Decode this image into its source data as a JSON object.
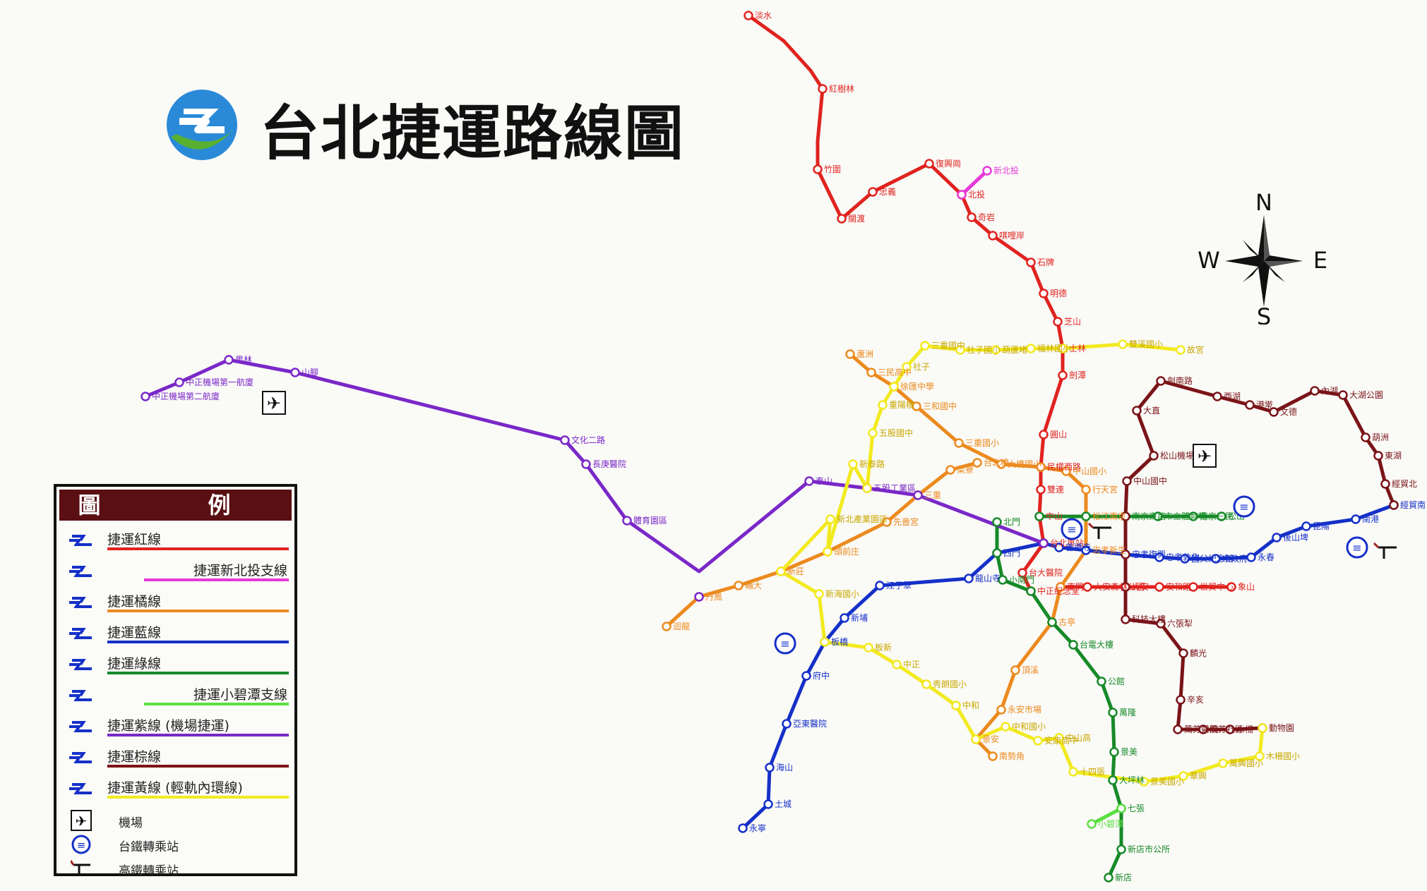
{
  "title": "台北捷運路線圖",
  "compass": {
    "n": "N",
    "e": "E",
    "s": "S",
    "w": "W"
  },
  "legend": {
    "heading": "圖　例",
    "lines": [
      {
        "label": "捷運紅線",
        "color": "#e0231f",
        "indent": false
      },
      {
        "label": "捷運新北投支線",
        "color": "#e838d8",
        "indent": true
      },
      {
        "label": "捷運橘線",
        "color": "#ec8a1e",
        "indent": false
      },
      {
        "label": "捷運藍線",
        "color": "#1530c8",
        "indent": false
      },
      {
        "label": "捷運綠線",
        "color": "#168a28",
        "indent": false
      },
      {
        "label": "捷運小碧潭支線",
        "color": "#5ae040",
        "indent": true
      },
      {
        "label": "捷運紫線 (機場捷運)",
        "color": "#7a28c8",
        "indent": false
      },
      {
        "label": "捷運棕線",
        "color": "#7a1418",
        "indent": false
      },
      {
        "label": "捷運黃線 (輕軌內環線)",
        "color": "#f2ea20",
        "indent": false
      }
    ],
    "symbols": [
      {
        "label": "機場",
        "icon": "airport-icon"
      },
      {
        "label": "台鐵轉乘站",
        "icon": "tra-icon"
      },
      {
        "label": "高鐵轉乘站",
        "icon": "hsr-icon"
      }
    ]
  },
  "colors": {
    "red": "#e0231f",
    "pink": "#e838d8",
    "orange": "#ec8a1e",
    "blue": "#1530c8",
    "green": "#168a28",
    "lightgreen": "#5ae040",
    "purple": "#7a28c8",
    "brown": "#7a1418",
    "yellow": "#f2ea20"
  },
  "lines": [
    {
      "id": "red",
      "color": "red",
      "stations": [
        {
          "name": "淡水"
        },
        {
          "name": "紅樹林"
        },
        {
          "name": "竹圍"
        },
        {
          "name": "關渡"
        },
        {
          "name": "忠義"
        },
        {
          "name": "復興崗"
        },
        {
          "name": "北投"
        },
        {
          "name": "奇岩"
        },
        {
          "name": "唭哩岸"
        },
        {
          "name": "石牌"
        },
        {
          "name": "明德"
        },
        {
          "name": "芝山"
        },
        {
          "name": "士林"
        },
        {
          "name": "劍潭"
        },
        {
          "name": "圓山"
        },
        {
          "name": "民權西路"
        },
        {
          "name": "雙連"
        },
        {
          "name": "中山"
        },
        {
          "name": "台北車站"
        },
        {
          "name": "台大醫院"
        },
        {
          "name": "中正紀念堂"
        }
      ]
    },
    {
      "id": "red-east",
      "color": "red",
      "stations": [
        {
          "name": "東門"
        },
        {
          "name": "大安森林公園"
        },
        {
          "name": "大安"
        },
        {
          "name": "安和路"
        },
        {
          "name": "世貿中心"
        },
        {
          "name": "象山"
        }
      ]
    },
    {
      "id": "pink",
      "color": "pink",
      "stations": [
        {
          "name": "北投"
        },
        {
          "name": "新北投"
        }
      ]
    },
    {
      "id": "orange",
      "color": "orange",
      "stations": [
        {
          "name": "蘆洲"
        },
        {
          "name": "三民高中"
        },
        {
          "name": "徐匯中學"
        },
        {
          "name": "三和國中"
        },
        {
          "name": "三重國小"
        },
        {
          "name": "大橋國小"
        },
        {
          "name": "民權西路"
        },
        {
          "name": "中山國小"
        },
        {
          "name": "行天宮"
        },
        {
          "name": "松江南京"
        },
        {
          "name": "忠孝新生"
        },
        {
          "name": "東門"
        },
        {
          "name": "古亭"
        },
        {
          "name": "頂溪"
        },
        {
          "name": "永安市場"
        },
        {
          "name": "景安"
        },
        {
          "name": "南勢角"
        }
      ]
    },
    {
      "id": "orange-west",
      "color": "orange",
      "stations": [
        {
          "name": "台北橋"
        },
        {
          "name": "菜寮"
        },
        {
          "name": "三重"
        },
        {
          "name": "先嗇宮"
        },
        {
          "name": "頭前庄"
        },
        {
          "name": "新莊"
        },
        {
          "name": "輔大"
        },
        {
          "name": "丹鳳"
        },
        {
          "name": "迴龍"
        }
      ]
    },
    {
      "id": "blue",
      "color": "blue",
      "stations": [
        {
          "name": "永寧"
        },
        {
          "name": "土城"
        },
        {
          "name": "海山"
        },
        {
          "name": "亞東醫院"
        },
        {
          "name": "府中"
        },
        {
          "name": "板橋"
        },
        {
          "name": "新埔"
        },
        {
          "name": "江子翠"
        },
        {
          "name": "龍山寺"
        },
        {
          "name": "西門"
        },
        {
          "name": "台北車站"
        },
        {
          "name": "善導寺"
        },
        {
          "name": "忠孝新生"
        },
        {
          "name": "忠孝復興"
        },
        {
          "name": "忠孝敦化"
        },
        {
          "name": "國父紀念館"
        },
        {
          "name": "市政府"
        },
        {
          "name": "永春"
        },
        {
          "name": "後山埤"
        },
        {
          "name": "昆陽"
        },
        {
          "name": "南港"
        },
        {
          "name": "經貿南"
        }
      ]
    },
    {
      "id": "green",
      "color": "green",
      "stations": [
        {
          "name": "北門"
        },
        {
          "name": "西門"
        },
        {
          "name": "小南門"
        },
        {
          "name": "中正紀念堂"
        },
        {
          "name": "古亭"
        },
        {
          "name": "台電大樓"
        },
        {
          "name": "公館"
        },
        {
          "name": "萬隆"
        },
        {
          "name": "景美"
        },
        {
          "name": "大坪林"
        },
        {
          "name": "七張"
        },
        {
          "name": "新店市公所"
        },
        {
          "name": "新店"
        }
      ]
    },
    {
      "id": "green-east",
      "color": "green",
      "stations": [
        {
          "name": "中山"
        },
        {
          "name": "松江南京"
        },
        {
          "name": "南京東路"
        },
        {
          "name": "市立體育場"
        },
        {
          "name": "南京三民"
        },
        {
          "name": "松山"
        }
      ]
    },
    {
      "id": "lightgreen",
      "color": "lightgreen",
      "stations": [
        {
          "name": "七張"
        },
        {
          "name": "小碧潭"
        }
      ]
    },
    {
      "id": "purple",
      "color": "purple",
      "stations": [
        {
          "name": "中正機場第二航廈"
        },
        {
          "name": "中正機場第一航廈"
        },
        {
          "name": "果林"
        },
        {
          "name": "山腳"
        },
        {
          "name": "文化二路"
        },
        {
          "name": "長庚醫院"
        },
        {
          "name": "體育園區"
        },
        {
          "name": "丹鳳"
        },
        {
          "name": "泰山"
        },
        {
          "name": "五股工業區"
        },
        {
          "name": "三重"
        },
        {
          "name": "台北車站"
        }
      ]
    },
    {
      "id": "brown",
      "color": "brown",
      "stations": [
        {
          "name": "動物園"
        },
        {
          "name": "木柵"
        },
        {
          "name": "萬芳社區"
        },
        {
          "name": "萬芳醫院"
        },
        {
          "name": "辛亥"
        },
        {
          "name": "麟光"
        },
        {
          "name": "六張犁"
        },
        {
          "name": "科技大樓"
        },
        {
          "name": "大安"
        },
        {
          "name": "忠孝復興"
        },
        {
          "name": "南京東路"
        },
        {
          "name": "中山國中"
        },
        {
          "name": "松山機場"
        },
        {
          "name": "大直"
        },
        {
          "name": "劍南路"
        },
        {
          "name": "西湖"
        },
        {
          "name": "港墘"
        },
        {
          "name": "文德"
        },
        {
          "name": "內湖"
        },
        {
          "name": "大湖公園"
        },
        {
          "name": "葫洲"
        },
        {
          "name": "東湖"
        },
        {
          "name": "經貿北"
        },
        {
          "name": "經貿南"
        }
      ]
    },
    {
      "id": "yellow",
      "color": "yellow",
      "stations": [
        {
          "name": "動物園"
        },
        {
          "name": "木柵國小"
        },
        {
          "name": "萬興國小"
        },
        {
          "name": "華興"
        },
        {
          "name": "景美國小"
        },
        {
          "name": "十四張"
        },
        {
          "name": "中山高"
        },
        {
          "name": "安康高中"
        },
        {
          "name": "中和國小"
        },
        {
          "name": "景安"
        },
        {
          "name": "中和"
        },
        {
          "name": "秀朗國小"
        },
        {
          "name": "中正"
        },
        {
          "name": "板新"
        },
        {
          "name": "板橋"
        },
        {
          "name": "新海國小"
        },
        {
          "name": "新莊"
        },
        {
          "name": "新北產業園區"
        },
        {
          "name": "頭前庄"
        },
        {
          "name": "新泰路"
        },
        {
          "name": "五股工業區"
        },
        {
          "name": "五股國中"
        },
        {
          "name": "重陽橋"
        },
        {
          "name": "徐匯中學"
        },
        {
          "name": "社子"
        },
        {
          "name": "三重國中"
        },
        {
          "name": "社子國小"
        },
        {
          "name": "葫蘆堵"
        },
        {
          "name": "福林國小"
        },
        {
          "name": "士林"
        },
        {
          "name": "雙溪國小"
        },
        {
          "name": "故宮"
        }
      ]
    }
  ]
}
